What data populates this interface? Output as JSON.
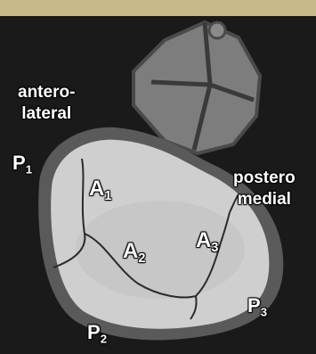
{
  "labels": {
    "anterolateral": [
      "antero-",
      "lateral"
    ],
    "posteromedial": [
      "postero",
      "medial"
    ],
    "scallops": [
      {
        "base": "P",
        "sub": "1"
      },
      {
        "base": "P",
        "sub": "2"
      },
      {
        "base": "P",
        "sub": "3"
      },
      {
        "base": "A",
        "sub": "1"
      },
      {
        "base": "A",
        "sub": "2"
      },
      {
        "base": "A",
        "sub": "3"
      }
    ]
  },
  "colors": {
    "header": "#c8b98a",
    "background": "#1a1a1a",
    "leaflet": "#d0d0d0",
    "rim": "#555555",
    "aortic_valve": "#7a7a7a"
  }
}
